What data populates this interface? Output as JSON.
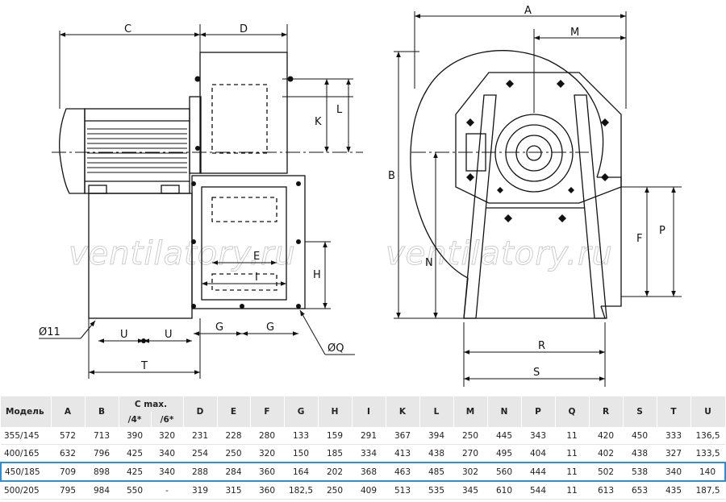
{
  "watermark": {
    "left": "ventilatory.ru",
    "right": "ventilatory.ru"
  },
  "labels": {
    "A": "A",
    "B": "B",
    "C": "C",
    "D": "D",
    "E": "E",
    "F": "F",
    "G1": "G",
    "G2": "G",
    "H": "H",
    "I": "I",
    "K": "K",
    "L": "L",
    "M": "M",
    "N": "N",
    "P": "P",
    "Q": "ØQ",
    "R": "R",
    "S": "S",
    "T": "T",
    "U1": "U",
    "U2": "U",
    "hole": "Ø11"
  },
  "table": {
    "headers": {
      "model": "Модель",
      "A": "A",
      "B": "B",
      "C": "C max.",
      "C4": "/4*",
      "C6": "/6*",
      "D": "D",
      "E": "E",
      "F": "F",
      "G": "G",
      "H": "H",
      "I": "I",
      "K": "K",
      "L": "L",
      "M": "M",
      "N": "N",
      "P": "P",
      "Q": "Q",
      "R": "R",
      "S": "S",
      "T": "T",
      "U": "U"
    },
    "rows": [
      {
        "model": "355/145",
        "A": "572",
        "B": "713",
        "C4": "390",
        "C6": "320",
        "D": "231",
        "E": "228",
        "F": "280",
        "G": "133",
        "H": "159",
        "I": "291",
        "K": "367",
        "L": "394",
        "M": "250",
        "N": "445",
        "P": "343",
        "Q": "11",
        "R": "420",
        "S": "450",
        "T": "333",
        "U": "136,5"
      },
      {
        "model": "400/165",
        "A": "632",
        "B": "796",
        "C4": "425",
        "C6": "340",
        "D": "254",
        "E": "250",
        "F": "320",
        "G": "150",
        "H": "185",
        "I": "334",
        "K": "413",
        "L": "438",
        "M": "270",
        "N": "495",
        "P": "404",
        "Q": "11",
        "R": "402",
        "S": "438",
        "T": "327",
        "U": "133,5"
      },
      {
        "model": "450/185",
        "A": "709",
        "B": "898",
        "C4": "425",
        "C6": "340",
        "D": "288",
        "E": "284",
        "F": "360",
        "G": "164",
        "H": "202",
        "I": "368",
        "K": "463",
        "L": "485",
        "M": "302",
        "N": "560",
        "P": "444",
        "Q": "11",
        "R": "502",
        "S": "538",
        "T": "340",
        "U": "140"
      },
      {
        "model": "500/205",
        "A": "795",
        "B": "984",
        "C4": "550",
        "C6": "-",
        "D": "319",
        "E": "315",
        "F": "360",
        "G": "182,5",
        "H": "250",
        "I": "409",
        "K": "513",
        "L": "535",
        "M": "345",
        "N": "610",
        "P": "544",
        "Q": "11",
        "R": "613",
        "S": "653",
        "T": "435",
        "U": "187,5"
      }
    ],
    "highlight_color": "#2a8fd6"
  }
}
